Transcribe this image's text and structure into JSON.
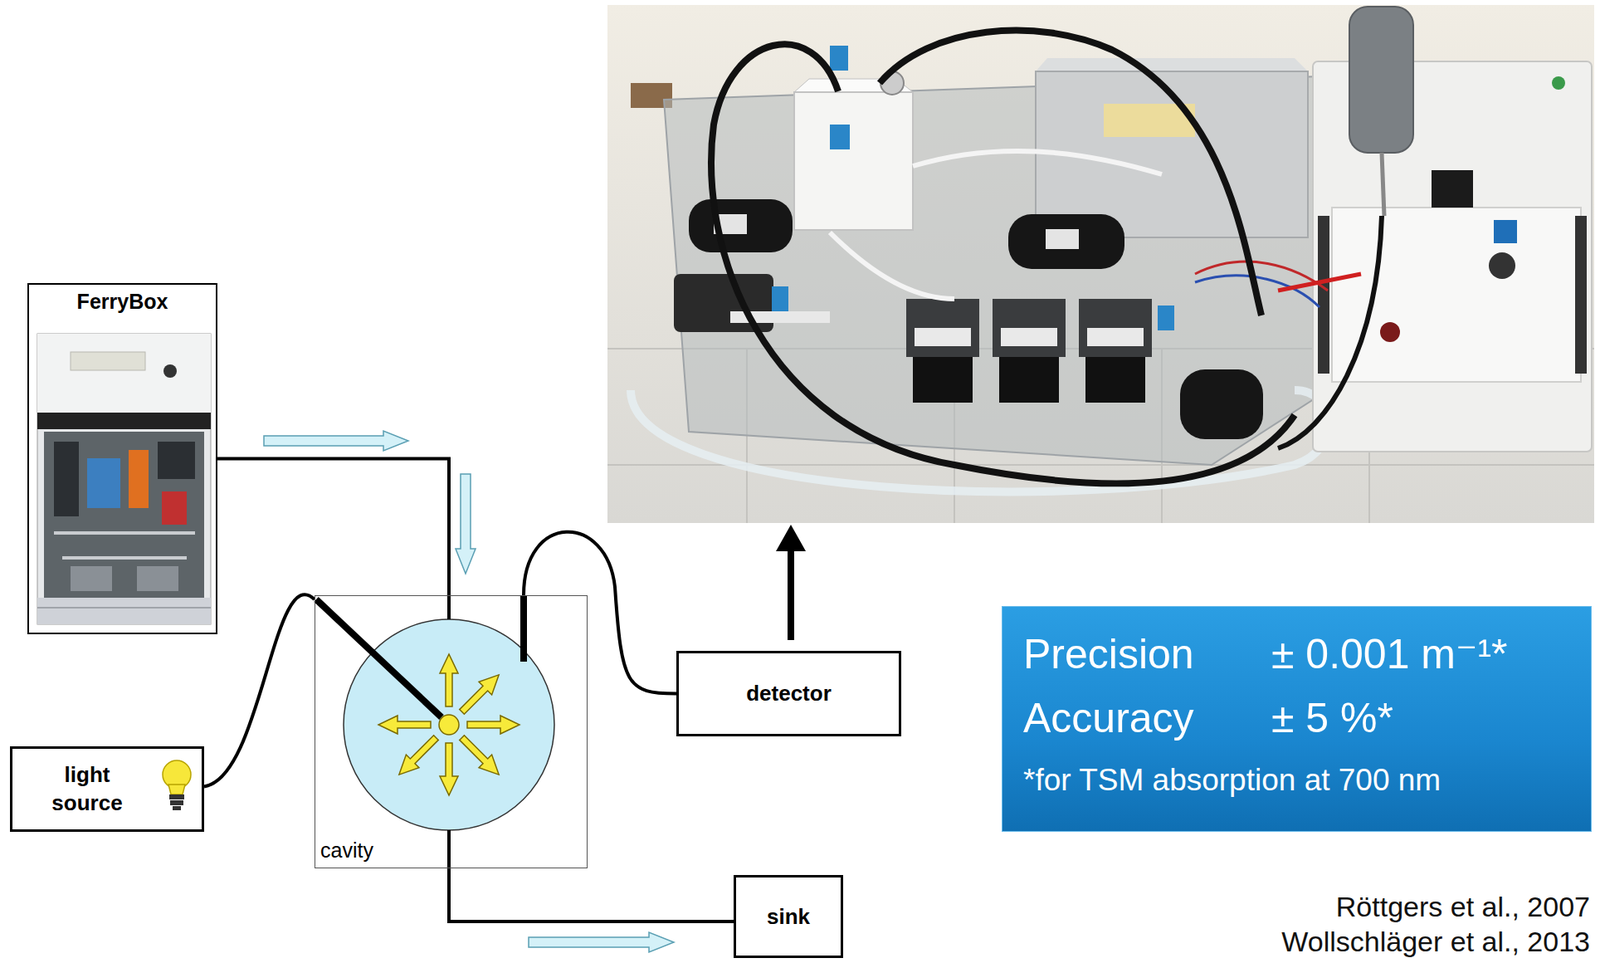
{
  "diagram": {
    "nodes": [
      {
        "text": [
          "FerryBox"
        ]
      },
      {
        "text": [
          "light source"
        ]
      },
      {
        "text": [
          "cavity"
        ]
      },
      {
        "text": [
          "detector"
        ]
      },
      {
        "text": [
          "sink"
        ]
      },
      {
        "text": [
          "Precision",
          "± 0.001 m⁻¹*",
          "Accuracy",
          "± 5 %*",
          "*for TSM absorption at 700 nm"
        ]
      }
    ],
    "edges": [
      {
        "from": 0,
        "to": 2,
        "arrow": "none"
      },
      {
        "from": 1,
        "to": 2,
        "arrow": "none"
      },
      {
        "from": 2,
        "to": 3,
        "arrow": "none"
      },
      {
        "from": 2,
        "to": 4,
        "arrow": "none"
      }
    ],
    "labels": [
      "Röttgers et al., 2007",
      "Wollschläger et al., 2013"
    ]
  }
}
